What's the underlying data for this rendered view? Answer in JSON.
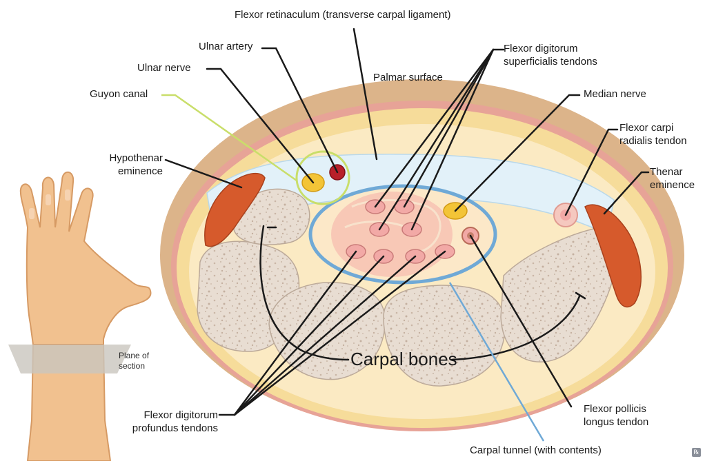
{
  "labels": {
    "flexor_retinaculum": "Flexor retinaculum (transverse carpal ligament)",
    "ulnar_artery": "Ulnar artery",
    "ulnar_nerve": "Ulnar nerve",
    "guyon_canal": "Guyon canal",
    "hypothenar_1": "Hypothenar",
    "hypothenar_2": "eminence",
    "fds_1": "Flexor digitorum",
    "fds_2": "superficialis tendons",
    "palmar_surface": "Palmar surface",
    "median_nerve": "Median nerve",
    "fcr_1": "Flexor carpi",
    "fcr_2": "radialis tendon",
    "thenar_1": "Thenar",
    "thenar_2": "eminence",
    "carpal_bones": "Carpal bones",
    "fpl_1": "Flexor pollicis",
    "fpl_2": "longus tendon",
    "fdp_1": "Flexor digitorum",
    "fdp_2": "profundus tendons",
    "carpal_tunnel": "Carpal tunnel (with contents)",
    "plane_1": "Plane of",
    "plane_2": "section"
  },
  "colors": {
    "skin": "#dcb48a",
    "fat": "#f6dc9a",
    "retinaculum": "#dff0f8",
    "muscle": "#d65a2c",
    "bone": "#e8ddd2",
    "tunnel_outline": "#6fa9d6",
    "tendon": "#f2a9a6",
    "nerve": "#f3c437",
    "artery": "#b8202a",
    "guyon_outline": "#c9de6a"
  }
}
